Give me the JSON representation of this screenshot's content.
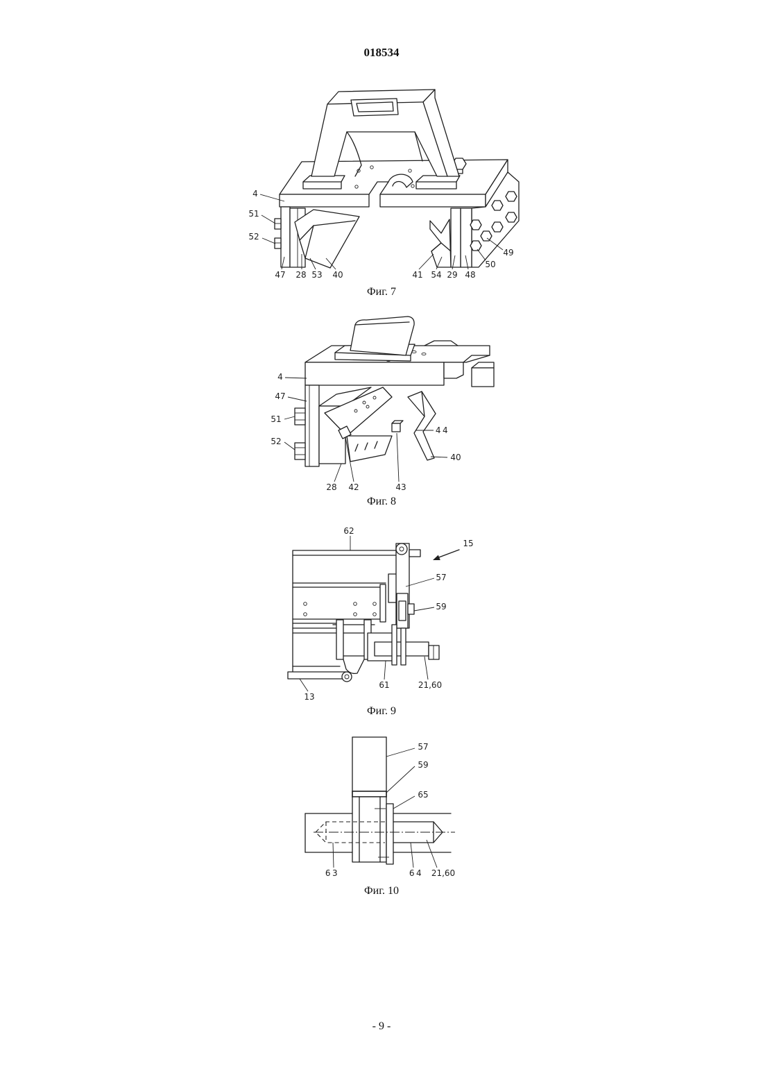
{
  "header": {
    "document_number": "018534"
  },
  "figures": [
    {
      "caption": "Фиг. 7",
      "labels": [
        "4",
        "51",
        "52",
        "47",
        "28",
        "53",
        "40",
        "41",
        "54",
        "29",
        "48",
        "50",
        "49"
      ]
    },
    {
      "caption": "Фиг. 8",
      "labels": [
        "4",
        "47",
        "51",
        "52",
        "28",
        "42",
        "43",
        "44",
        "40"
      ]
    },
    {
      "caption": "Фиг. 9",
      "labels": [
        "62",
        "15",
        "57",
        "59",
        "13",
        "61",
        "21,60"
      ]
    },
    {
      "caption": "Фиг. 10",
      "labels": [
        "57",
        "59",
        "65",
        "63",
        "64",
        "21,60"
      ]
    }
  ],
  "footer": {
    "page_number": "- 9 -"
  }
}
